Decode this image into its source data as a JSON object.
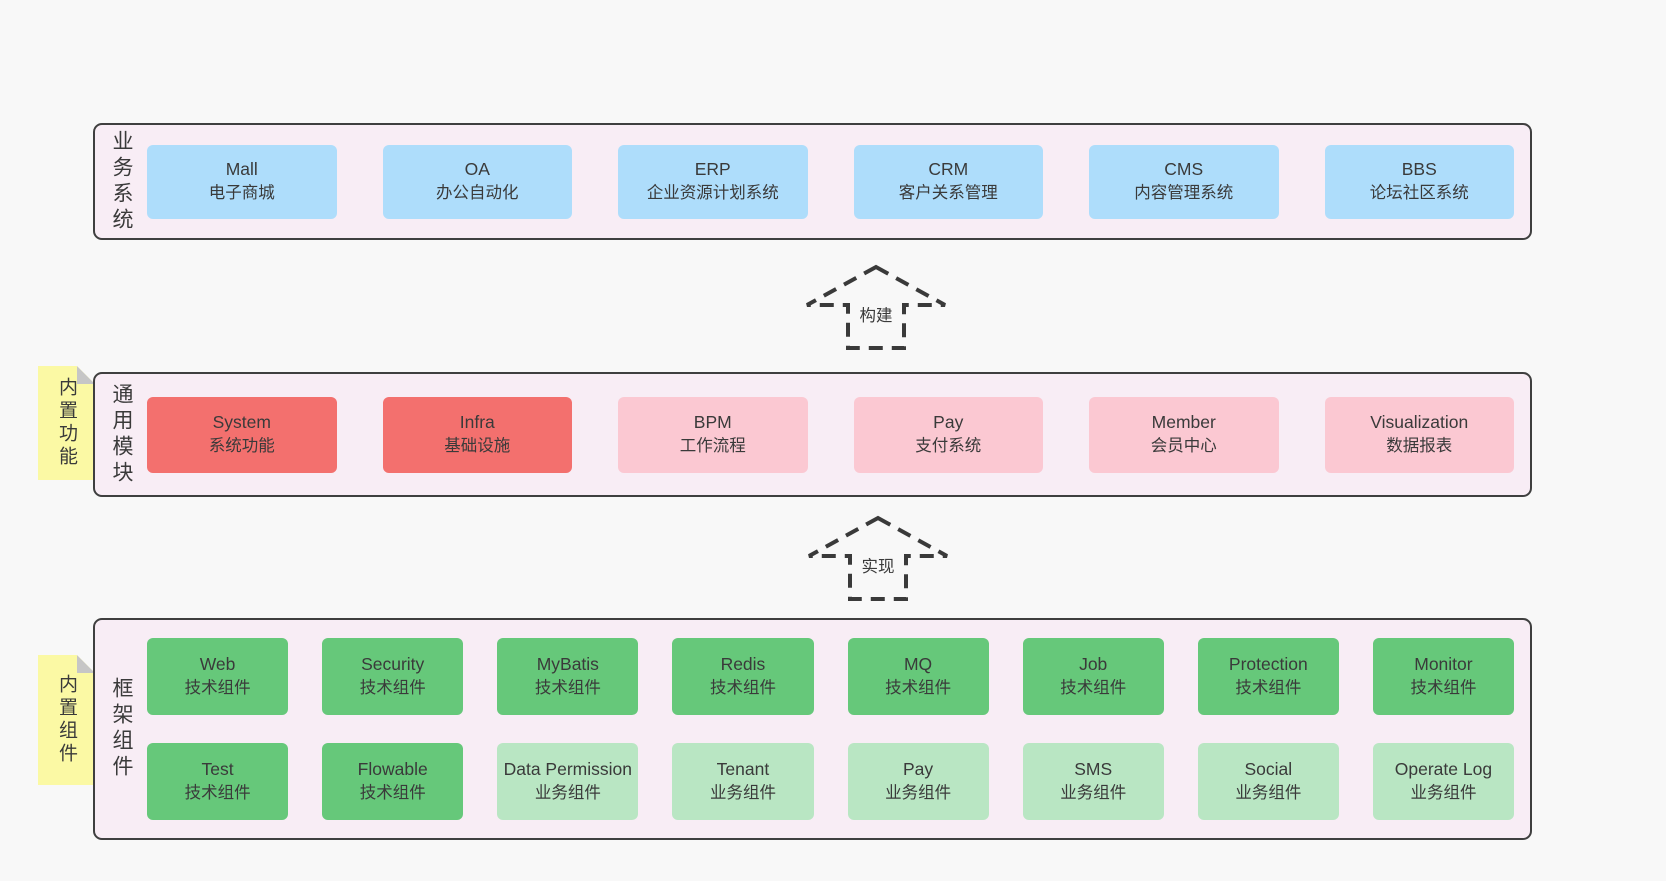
{
  "palette": {
    "c-bg": "#f8f8f8",
    "c-panel": "#f8edf5",
    "c-border": "#3f3f3f",
    "c-text": "#3a3a3a",
    "c-blue": "#aeddfb",
    "c-red": "#f3706e",
    "c-pink": "#fbc8d2",
    "c-green": "#66c87a",
    "c-lightgreen": "#b9e6c3",
    "c-yellow": "#fbf9a4",
    "c-fold": "#c6c6c6"
  },
  "arrows": [
    {
      "label": "构建"
    },
    {
      "label": "实现"
    }
  ],
  "layers": [
    {
      "label": "业务系统",
      "boxes": [
        {
          "title": "Mall",
          "subtitle": "电子商城",
          "variant": "blue"
        },
        {
          "title": "OA",
          "subtitle": "办公自动化",
          "variant": "blue"
        },
        {
          "title": "ERP",
          "subtitle": "企业资源计划系统",
          "variant": "blue"
        },
        {
          "title": "CRM",
          "subtitle": "客户关系管理",
          "variant": "blue"
        },
        {
          "title": "CMS",
          "subtitle": "内容管理系统",
          "variant": "blue"
        },
        {
          "title": "BBS",
          "subtitle": "论坛社区系统",
          "variant": "blue"
        }
      ]
    },
    {
      "label": "通用模块",
      "tag": "内置功能",
      "boxes": [
        {
          "title": "System",
          "subtitle": "系统功能",
          "variant": "red"
        },
        {
          "title": "Infra",
          "subtitle": "基础设施",
          "variant": "red"
        },
        {
          "title": "BPM",
          "subtitle": "工作流程",
          "variant": "pink"
        },
        {
          "title": "Pay",
          "subtitle": "支付系统",
          "variant": "pink"
        },
        {
          "title": "Member",
          "subtitle": "会员中心",
          "variant": "pink"
        },
        {
          "title": "Visualization",
          "subtitle": "数据报表",
          "variant": "pink"
        }
      ]
    },
    {
      "label": "框架组件",
      "tag": "内置组件",
      "rows": [
        [
          {
            "title": "Web",
            "subtitle": "技术组件",
            "variant": "green"
          },
          {
            "title": "Security",
            "subtitle": "技术组件",
            "variant": "green"
          },
          {
            "title": "MyBatis",
            "subtitle": "技术组件",
            "variant": "green"
          },
          {
            "title": "Redis",
            "subtitle": "技术组件",
            "variant": "green"
          },
          {
            "title": "MQ",
            "subtitle": "技术组件",
            "variant": "green"
          },
          {
            "title": "Job",
            "subtitle": "技术组件",
            "variant": "green"
          },
          {
            "title": "Protection",
            "subtitle": "技术组件",
            "variant": "green"
          },
          {
            "title": "Monitor",
            "subtitle": "技术组件",
            "variant": "green"
          }
        ],
        [
          {
            "title": "Test",
            "subtitle": "技术组件",
            "variant": "green"
          },
          {
            "title": "Flowable",
            "subtitle": "技术组件",
            "variant": "green"
          },
          {
            "title": "Data Permission",
            "subtitle": "业务组件",
            "variant": "lightgreen"
          },
          {
            "title": "Tenant",
            "subtitle": "业务组件",
            "variant": "lightgreen"
          },
          {
            "title": "Pay",
            "subtitle": "业务组件",
            "variant": "lightgreen"
          },
          {
            "title": "SMS",
            "subtitle": "业务组件",
            "variant": "lightgreen"
          },
          {
            "title": "Social",
            "subtitle": "业务组件",
            "variant": "lightgreen"
          },
          {
            "title": "Operate Log",
            "subtitle": "业务组件",
            "variant": "lightgreen"
          }
        ]
      ]
    }
  ]
}
